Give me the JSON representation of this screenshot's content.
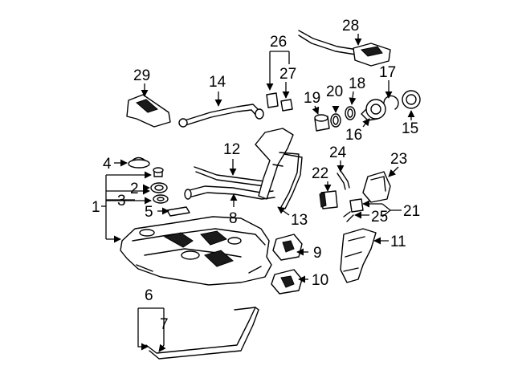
{
  "diagram": {
    "background": "#ffffff",
    "ink": "#000000",
    "callouts": {
      "c1": "1",
      "c2": "2",
      "c3": "3",
      "c4": "4",
      "c5": "5",
      "c6": "6",
      "c7": "7",
      "c8": "8",
      "c9": "9",
      "c10": "10",
      "c11": "11",
      "c12": "12",
      "c13": "13",
      "c14": "14",
      "c15": "15",
      "c16": "16",
      "c17": "17",
      "c18": "18",
      "c19": "19",
      "c20": "20",
      "c21": "21",
      "c22": "22",
      "c23": "23",
      "c24": "24",
      "c25": "25",
      "c26": "26",
      "c27": "27",
      "c28": "28",
      "c29": "29"
    }
  }
}
